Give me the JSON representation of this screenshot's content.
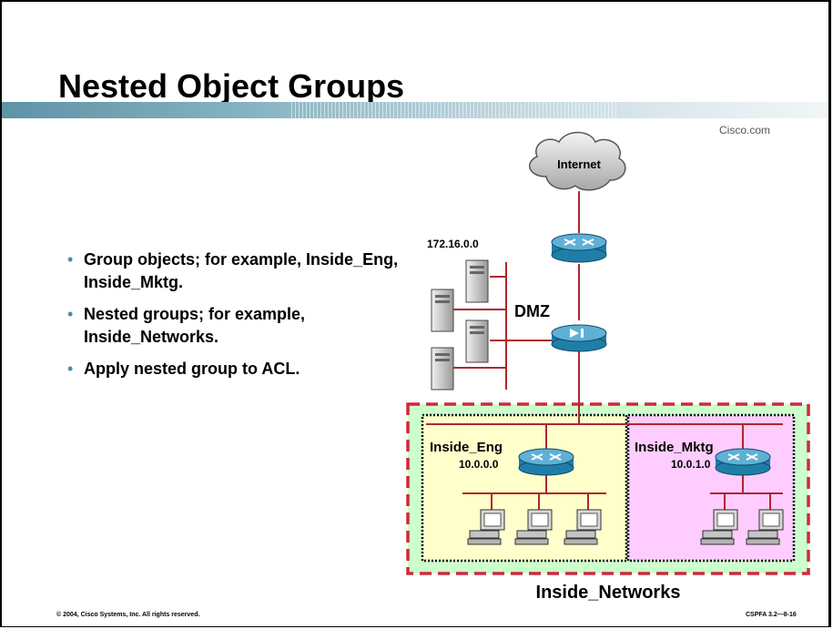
{
  "title": "Nested Object Groups",
  "brand": "Cisco.com",
  "bullets": [
    "Group objects; for example, Inside_Eng, Inside_Mktg.",
    "Nested groups; for example, Inside_Networks.",
    "Apply nested group to ACL."
  ],
  "diagram": {
    "internet_label": "Internet",
    "dmz_network_label": "172.16.0.0",
    "dmz_label": "DMZ",
    "group_eng_label": "Inside_Eng",
    "group_eng_network": "10.0.0.0",
    "group_mktg_label": "Inside_Mktg",
    "group_mktg_network": "10.0.1.0",
    "nested_group_label": "Inside_Networks"
  },
  "footer": {
    "copyright": "© 2004, Cisco Systems, Inc. All rights reserved.",
    "course_code": "CSPFA 3.2—8-16"
  },
  "colors": {
    "link_red": "#b0272f",
    "router_blue": "#1f7ea8",
    "eng_fill": "#ffffcc",
    "mktg_fill": "#ffccff",
    "nested_fill": "#ccffcc",
    "accent_band": "#5e93a6"
  }
}
